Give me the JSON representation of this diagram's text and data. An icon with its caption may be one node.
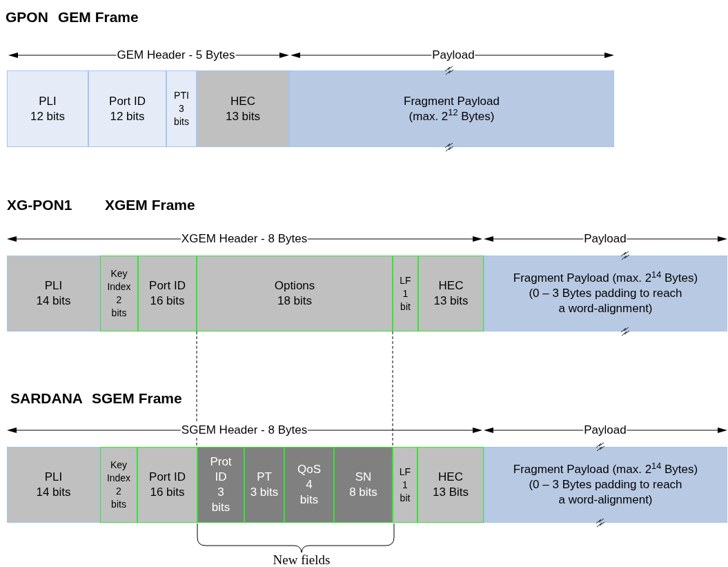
{
  "diagram": {
    "nodes": [
      {
        "text": [
          "PLI",
          "12 bits"
        ]
      },
      {
        "text": [
          "Port ID",
          "12 bits"
        ]
      },
      {
        "text": [
          "PTI",
          "3 bits"
        ]
      },
      {
        "text": [
          "HEC",
          "13 bits"
        ]
      },
      {
        "text": [
          "Fragment Payload",
          "(max. 2$^{12}$ Bytes)"
        ]
      },
      {
        "text": [
          "PLI",
          "14 bits"
        ]
      },
      {
        "text": [
          "Key Index",
          "2 bits"
        ]
      },
      {
        "text": [
          "Port ID",
          "16 bits"
        ]
      },
      {
        "text": [
          "Options",
          "18 bits"
        ]
      },
      {
        "text": [
          "LF",
          "1 bit"
        ]
      },
      {
        "text": [
          "HEC",
          "13 bits"
        ]
      },
      {
        "text": [
          "Fragment Payload (max. 2$^{14}$ Bytes)",
          "(0 – 3 Bytes padding to reach a word-alignment)"
        ]
      },
      {
        "text": [
          "PLI",
          "14 bits"
        ]
      },
      {
        "text": [
          "Key Index",
          "2 bits"
        ]
      },
      {
        "text": [
          "Port ID",
          "16 bits"
        ]
      },
      {
        "text": [
          "Prot ID",
          "3 bits"
        ]
      },
      {
        "text": [
          "PT",
          "3 bits"
        ]
      },
      {
        "text": [
          "QoS",
          "4 bits"
        ]
      },
      {
        "text": [
          "SN",
          "8 bits"
        ]
      },
      {
        "text": [
          "LF",
          "1 bit"
        ]
      },
      {
        "text": [
          "HEC",
          "13 Bits"
        ]
      },
      {
        "text": [
          "Fragment Payload (max. 2$^{14}$ Bytes)",
          "(0 – 3 Bytes padding to reach a word-alignment)"
        ]
      }
    ],
    "edges": [
      {
        "from": 8,
        "to": 15,
        "arrow": "none",
        "style": "dashed"
      },
      {
        "from": 8,
        "to": 18,
        "arrow": "none",
        "style": "dashed"
      }
    ],
    "labels": [
      "GPON",
      "GEM Frame",
      "GEM Header - 5 Bytes",
      "Payload",
      "XG-PON1",
      "XGEM Frame",
      "XGEM Header - 8 Bytes",
      "Payload",
      "SARDANA",
      "SGEM Frame",
      "SGEM Header - 8 Bytes",
      "Payload",
      "New fields"
    ]
  }
}
